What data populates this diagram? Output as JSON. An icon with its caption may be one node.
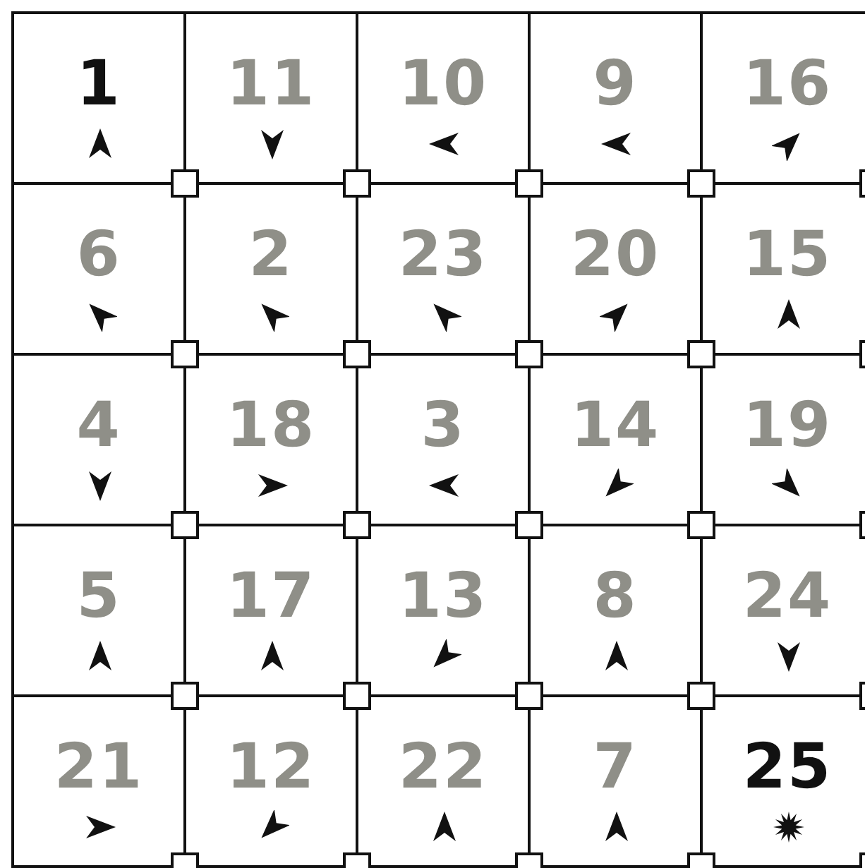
{
  "diagram": {
    "nodes": [
      {
        "text": [
          "1"
        ]
      },
      {
        "text": [
          "11"
        ]
      },
      {
        "text": [
          "10"
        ]
      },
      {
        "text": [
          "9"
        ]
      },
      {
        "text": [
          "16"
        ]
      },
      {
        "text": [
          "6"
        ]
      },
      {
        "text": [
          "2"
        ]
      },
      {
        "text": [
          "23"
        ]
      },
      {
        "text": [
          "20"
        ]
      },
      {
        "text": [
          "15"
        ]
      },
      {
        "text": [
          "4"
        ]
      },
      {
        "text": [
          "18"
        ]
      },
      {
        "text": [
          "3"
        ]
      },
      {
        "text": [
          "14"
        ]
      },
      {
        "text": [
          "19"
        ]
      },
      {
        "text": [
          "5"
        ]
      },
      {
        "text": [
          "17"
        ]
      },
      {
        "text": [
          "13"
        ]
      },
      {
        "text": [
          "8"
        ]
      },
      {
        "text": [
          "24"
        ]
      },
      {
        "text": [
          "21"
        ]
      },
      {
        "text": [
          "12"
        ]
      },
      {
        "text": [
          "22"
        ]
      },
      {
        "text": [
          "7"
        ]
      },
      {
        "text": [
          "25"
        ]
      }
    ]
  }
}
